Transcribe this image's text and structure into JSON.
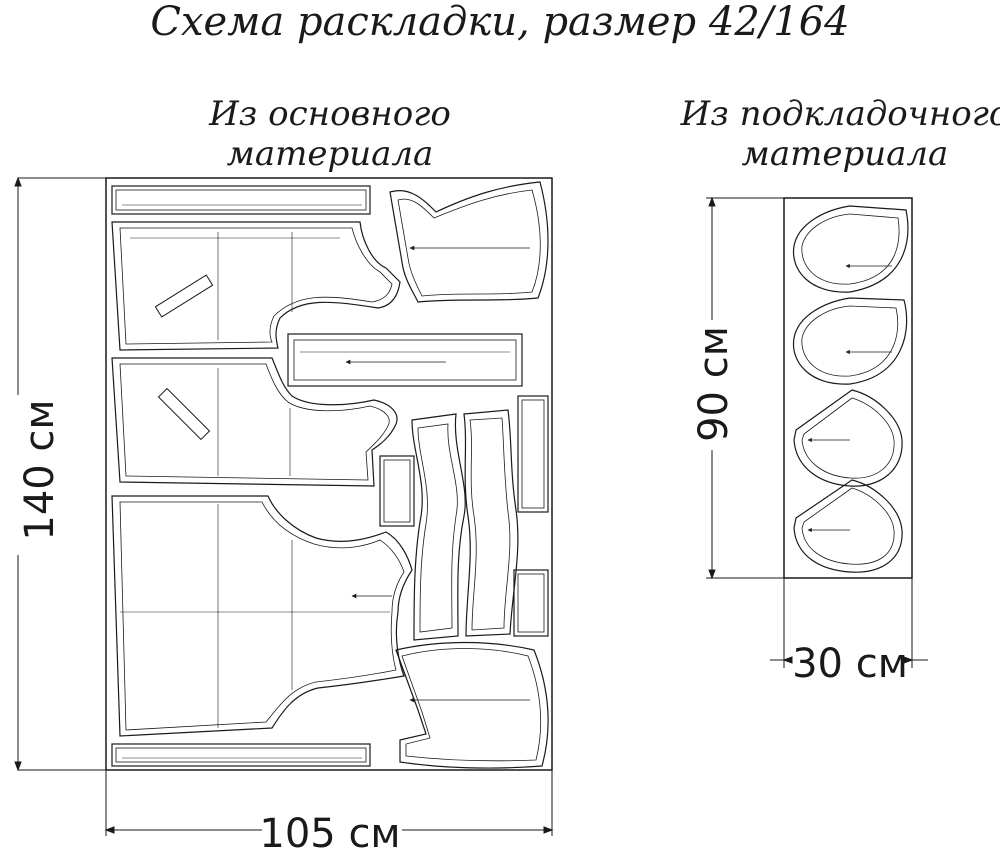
{
  "title": "Схема раскладки, размер 42/164",
  "main_fabric": {
    "heading": "Из основного материала",
    "height_label": "140 см",
    "width_label": "105 см"
  },
  "lining_fabric": {
    "heading": "Из подкладочного материала",
    "height_label": "90 см",
    "width_label": "30 см"
  },
  "colors": {
    "ink": "#1a1a1a",
    "paper": "#ffffff"
  }
}
